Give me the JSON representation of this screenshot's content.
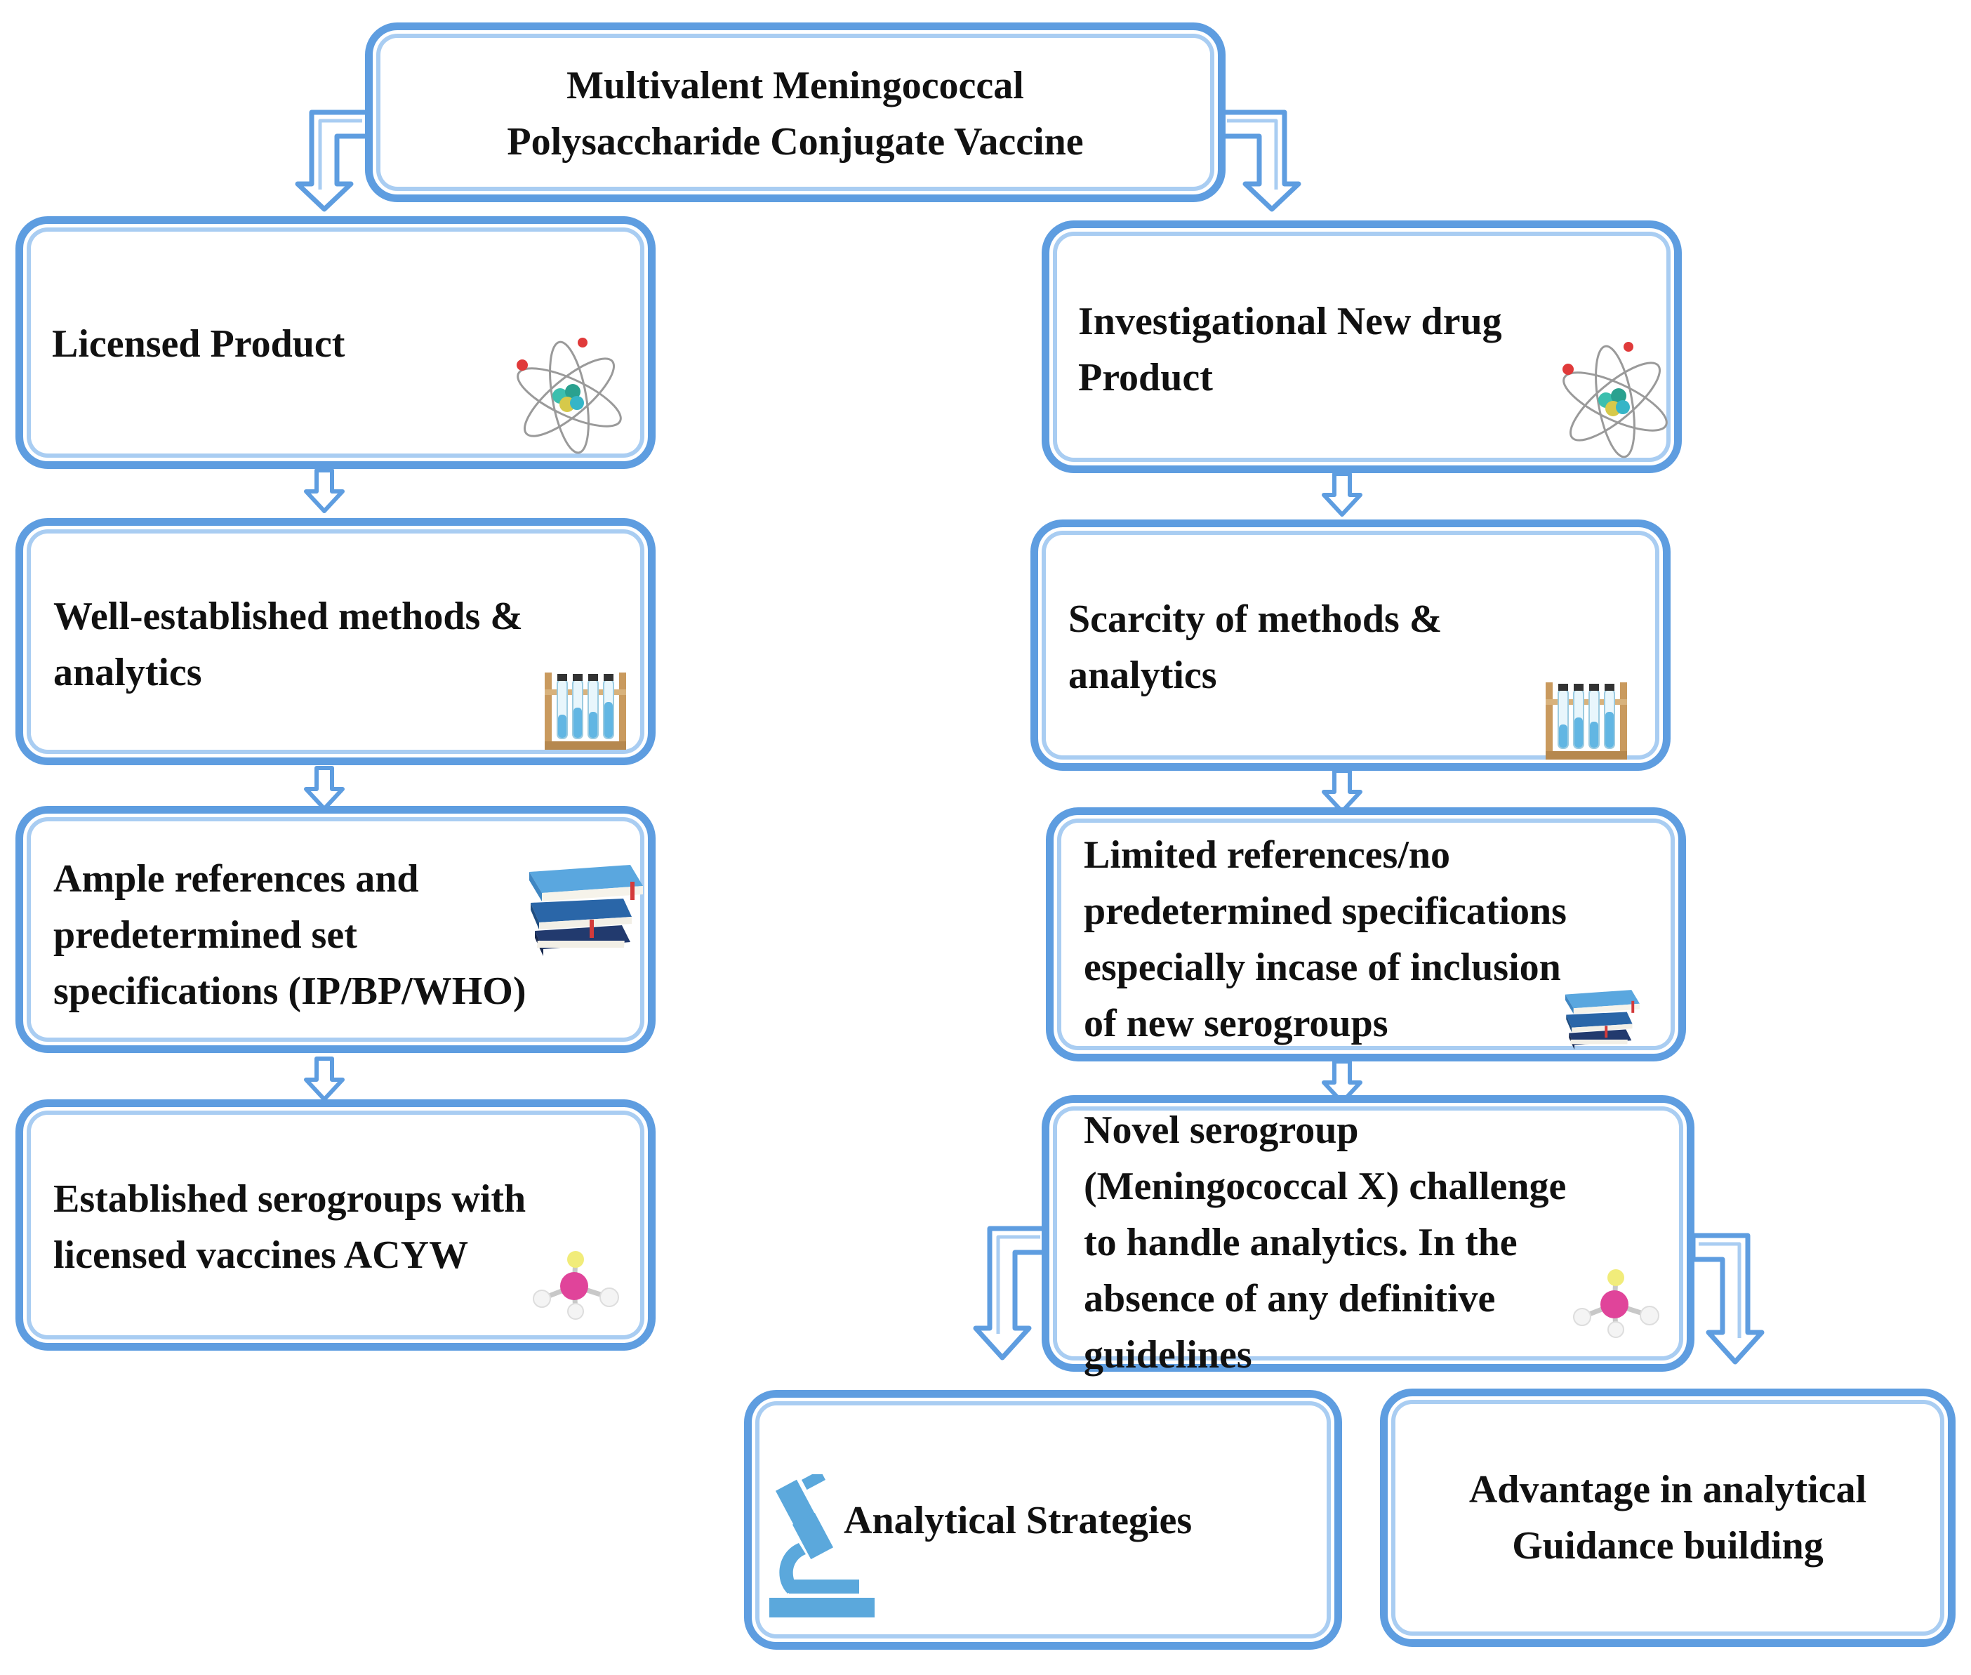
{
  "root": {
    "lines": [
      "Multivalent Meningococcal",
      "Polysaccharide Conjugate  Vaccine"
    ]
  },
  "left": {
    "licensed": "Licensed Product",
    "methods": [
      "Well-established methods &",
      "analytics"
    ],
    "references": [
      "Ample references and",
      "predetermined set",
      "specifications (IP/BP/WHO)"
    ],
    "serogroups": [
      "Established serogroups with",
      "licensed vaccines ACYW"
    ]
  },
  "right": {
    "investigational": [
      "Investigational New drug",
      "Product"
    ],
    "scarcity": [
      "Scarcity of methods &",
      "analytics"
    ],
    "limited": [
      "Limited references/no",
      "predetermined specifications",
      "especially incase of inclusion",
      "of new serogroups"
    ],
    "novel": [
      "Novel serogroup",
      "(Meningococcal X) challenge",
      "to handle analytics. In the",
      "absence of any definitive",
      "guidelines"
    ]
  },
  "bottom": {
    "strategies": "Analytical Strategies",
    "advantage": [
      "Advantage in analytical",
      "Guidance building"
    ]
  },
  "colors": {
    "border": "#5e9de0",
    "border_light": "#a9cdf2"
  },
  "icons": [
    "atom-icon",
    "test-tube-rack-icon",
    "books-icon",
    "molecule-icon",
    "microscope-icon"
  ]
}
